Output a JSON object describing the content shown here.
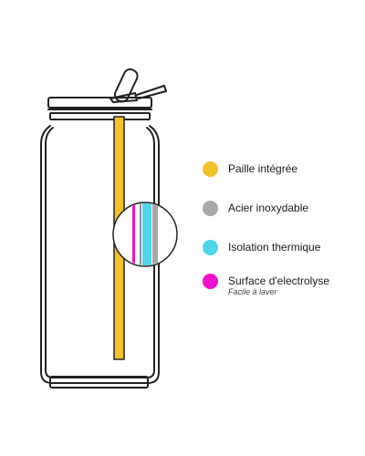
{
  "legend": {
    "items": [
      {
        "key": "straw",
        "label": "Paille intégrée",
        "color": "#f2c12e"
      },
      {
        "key": "steel",
        "label": "Acier inoxydable",
        "color": "#a8a8a8"
      },
      {
        "key": "insulation",
        "label": "Isolation thermique",
        "color": "#4fd4ea"
      },
      {
        "key": "surface",
        "label": "Surface d'electrolyse",
        "sublabel": "Facile à laver",
        "color": "#ee11c9"
      }
    ]
  },
  "colors": {
    "outline": "#222222"
  }
}
